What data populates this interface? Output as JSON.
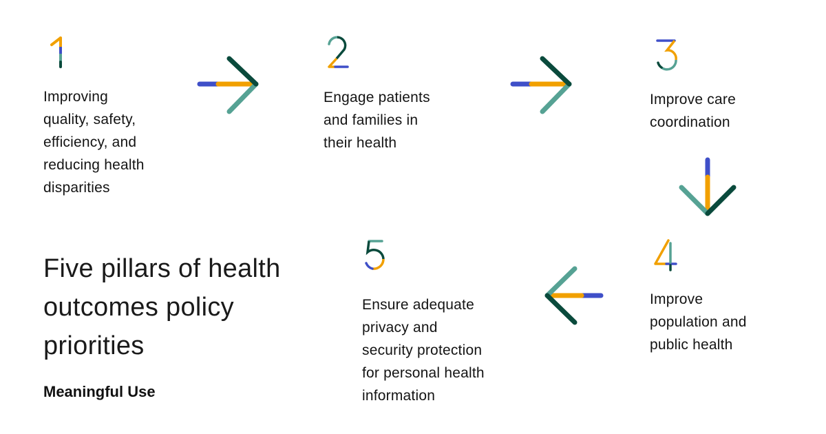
{
  "colors": {
    "blue": "#3f4fc8",
    "orange": "#f1a000",
    "teal": "#56a294",
    "dark_green": "#0a4a3c"
  },
  "title": "Five pillars of health outcomes policy priorities",
  "title_lines": [
    "Five pillars of health",
    "outcomes policy",
    "priorities"
  ],
  "subtitle": "Meaningful Use",
  "steps": [
    {
      "number": "1",
      "lines": [
        "Improving",
        "quality, safety,",
        "efficiency, and",
        "reducing health",
        "disparities"
      ]
    },
    {
      "number": "2",
      "lines": [
        "Engage patients",
        "and families in",
        "their health"
      ]
    },
    {
      "number": "3",
      "lines": [
        "Improve care",
        "coordination"
      ]
    },
    {
      "number": "4",
      "lines": [
        "Improve",
        "population and",
        "public health"
      ]
    },
    {
      "number": "5",
      "lines": [
        "Ensure adequate",
        "privacy and",
        "security protection",
        "for personal health",
        "information"
      ]
    }
  ],
  "arrows": [
    {
      "from": "1",
      "to": "2",
      "direction": "right"
    },
    {
      "from": "2",
      "to": "3",
      "direction": "right"
    },
    {
      "from": "3",
      "to": "4",
      "direction": "down"
    },
    {
      "from": "4",
      "to": "5",
      "direction": "left"
    }
  ]
}
